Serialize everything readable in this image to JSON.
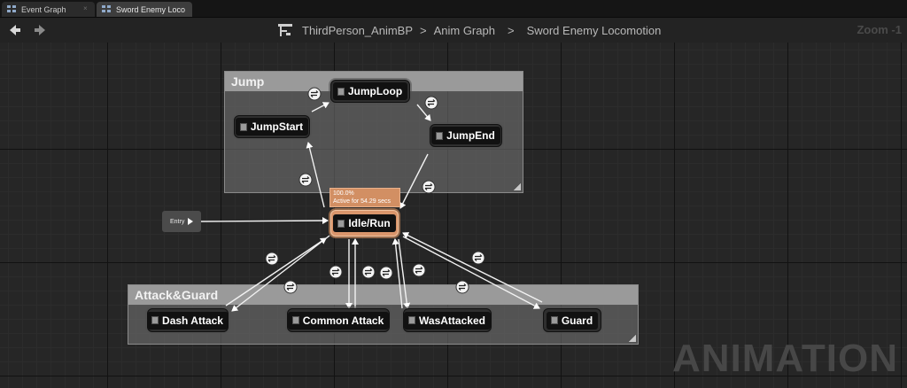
{
  "tabs": [
    {
      "label": "Event Graph",
      "icon": "event-graph-icon",
      "active": false
    },
    {
      "label": "Sword Enemy Loco",
      "icon": "state-machine-icon",
      "active": true
    }
  ],
  "breadcrumb": {
    "icon": "state-machine-icon",
    "items": [
      "ThirdPerson_AnimBP",
      "Anim Graph",
      "Sword Enemy Locomotion"
    ],
    "separator": ">"
  },
  "zoom": "Zoom -1",
  "groups": {
    "jump": "Jump",
    "attack_guard": "Attack&Guard"
  },
  "entry": "Entry",
  "states": {
    "jumploop": "JumpLoop",
    "jumpstart": "JumpStart",
    "jumpend": "JumpEnd",
    "idle_run": "Idle/Run",
    "dash_attack": "Dash Attack",
    "common_attack": "Common Attack",
    "was_attacked": "WasAttacked",
    "guard": "Guard"
  },
  "active_tooltip": {
    "line1": "100.0%",
    "line2": "Active for 54.29 secs"
  },
  "watermark": "ANIMATION",
  "colors": {
    "active_state": "#d9956b",
    "group_header": "#9a9a9a",
    "canvas": "#262626"
  }
}
